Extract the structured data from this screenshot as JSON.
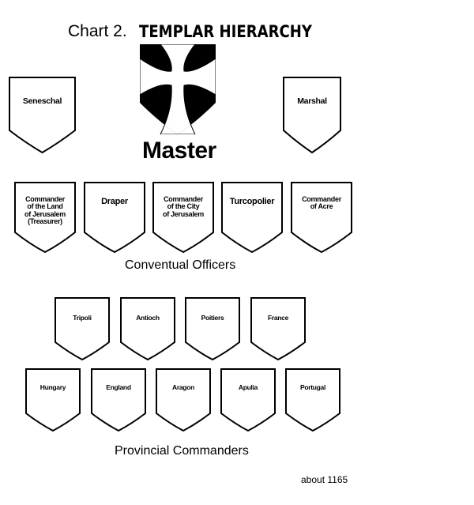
{
  "title": {
    "prefix": "Chart 2.",
    "main": "TEMPLAR HIERARCHY"
  },
  "colors": {
    "ink": "#000000",
    "paper": "#ffffff"
  },
  "master": {
    "label": "Master",
    "emblem": "templar-cross-icon"
  },
  "top_officers": [
    {
      "label": "Seneschal"
    },
    {
      "label": "Marshal"
    }
  ],
  "conventual": {
    "caption": "Conventual Officers",
    "officers": [
      {
        "label": "Commander\nof the Land\nof Jerusalem\n(Treasurer)"
      },
      {
        "label": "Draper"
      },
      {
        "label": "Commander\nof the City\nof Jerusalem"
      },
      {
        "label": "Turcopolier"
      },
      {
        "label": "Commander\nof Acre"
      }
    ]
  },
  "provincial": {
    "caption": "Provincial Commanders",
    "row1": [
      {
        "label": "Tripoli"
      },
      {
        "label": "Antioch"
      },
      {
        "label": "Poitiers"
      },
      {
        "label": "France"
      }
    ],
    "row2": [
      {
        "label": "Hungary"
      },
      {
        "label": "England"
      },
      {
        "label": "Aragon"
      },
      {
        "label": "Apulia"
      },
      {
        "label": "Portugal"
      }
    ]
  },
  "date_note": "about 1165"
}
